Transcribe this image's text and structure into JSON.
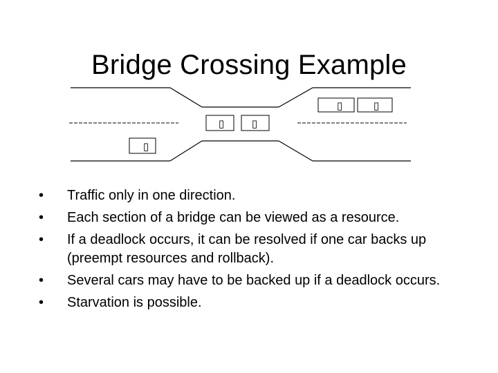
{
  "slide": {
    "title": "Bridge Crossing Example",
    "bullet_symbol": "•",
    "bullets": [
      "Traffic only in one direction.",
      "Each section of a bridge can be viewed as a resource.",
      "If a deadlock occurs, it can be resolved if one car backs up (preempt resources and rollback).",
      "Several cars may have to be backed up if a deadlock occurs.",
      "Starvation is possible."
    ]
  },
  "diagram": {
    "car_symbol": "▯",
    "road_color": "#000000",
    "car_border_color": "#000000"
  }
}
